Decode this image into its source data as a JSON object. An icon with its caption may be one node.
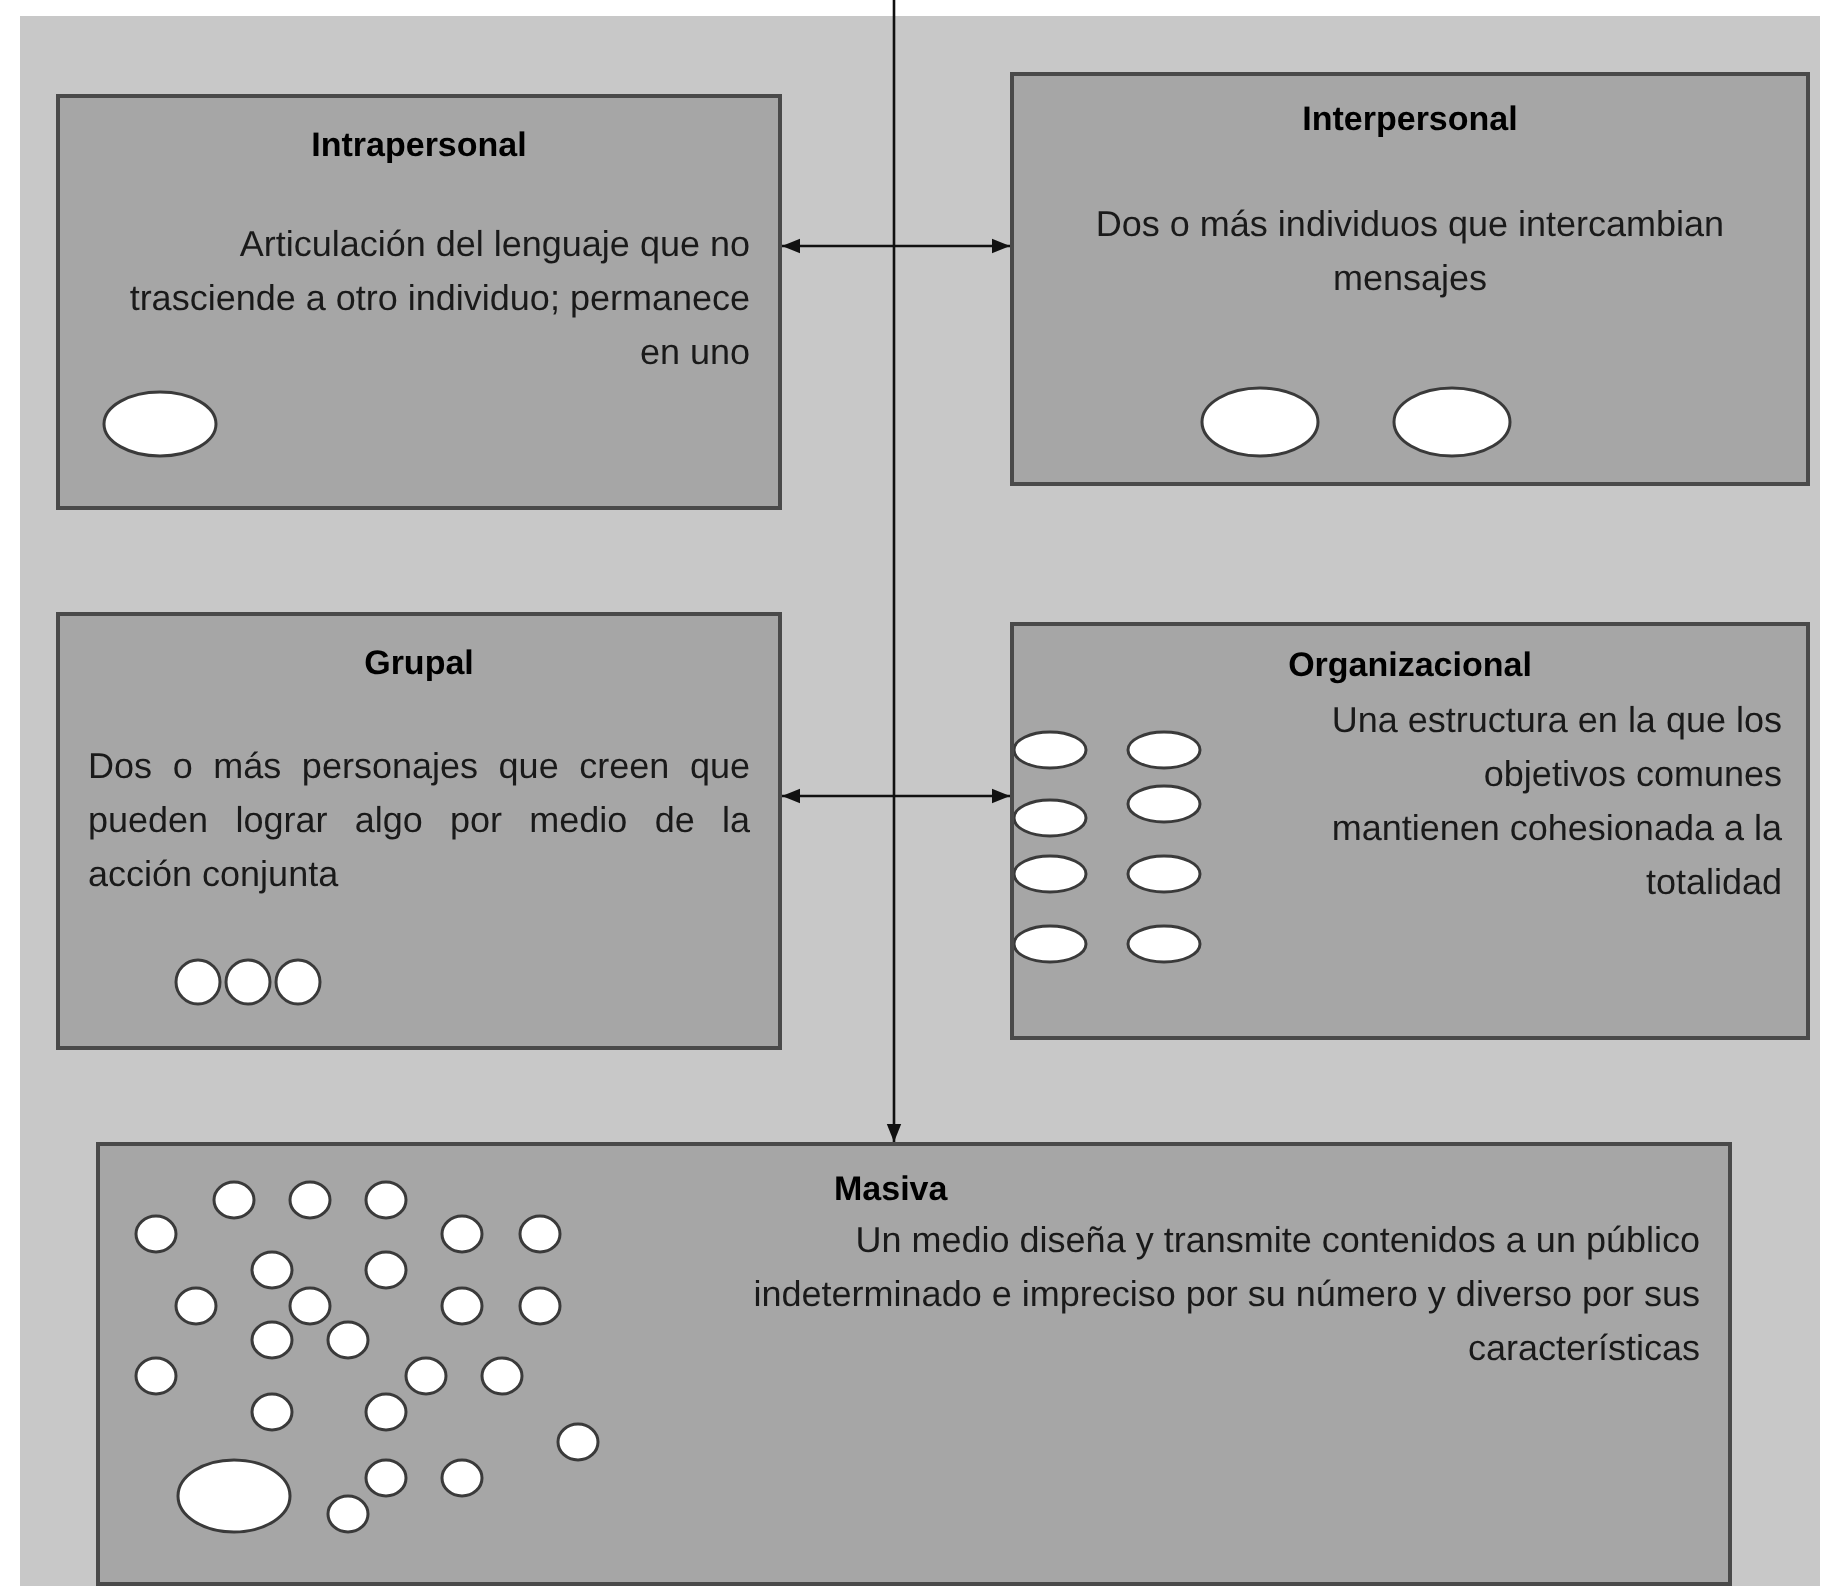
{
  "diagram": {
    "nodes": [
      {
        "text": [
          "Intrapersonal",
          "Articulación del lenguaje que no trasciende a otro individuo; permanece en uno"
        ]
      },
      {
        "text": [
          "Interpersonal",
          "Dos o más individuos que intercambian mensajes"
        ]
      },
      {
        "text": [
          "Grupal",
          "Dos o más personajes que creen que pueden lograr algo por medio de la acción conjunta"
        ]
      },
      {
        "text": [
          "Organizacional",
          "Una estructura en la que los objetivos comunes mantienen cohesionada a la totalidad"
        ]
      },
      {
        "text": [
          "Masiva",
          "Un medio diseña y transmite contenidos a un público indeterminado e impreciso por su número y diverso por sus características"
        ]
      }
    ],
    "edges": [
      {
        "from": 0,
        "to": 1,
        "arrow": "both"
      },
      {
        "from": 2,
        "to": 3,
        "arrow": "both"
      },
      {
        "from": null,
        "to": 4,
        "arrow": "to"
      }
    ]
  }
}
